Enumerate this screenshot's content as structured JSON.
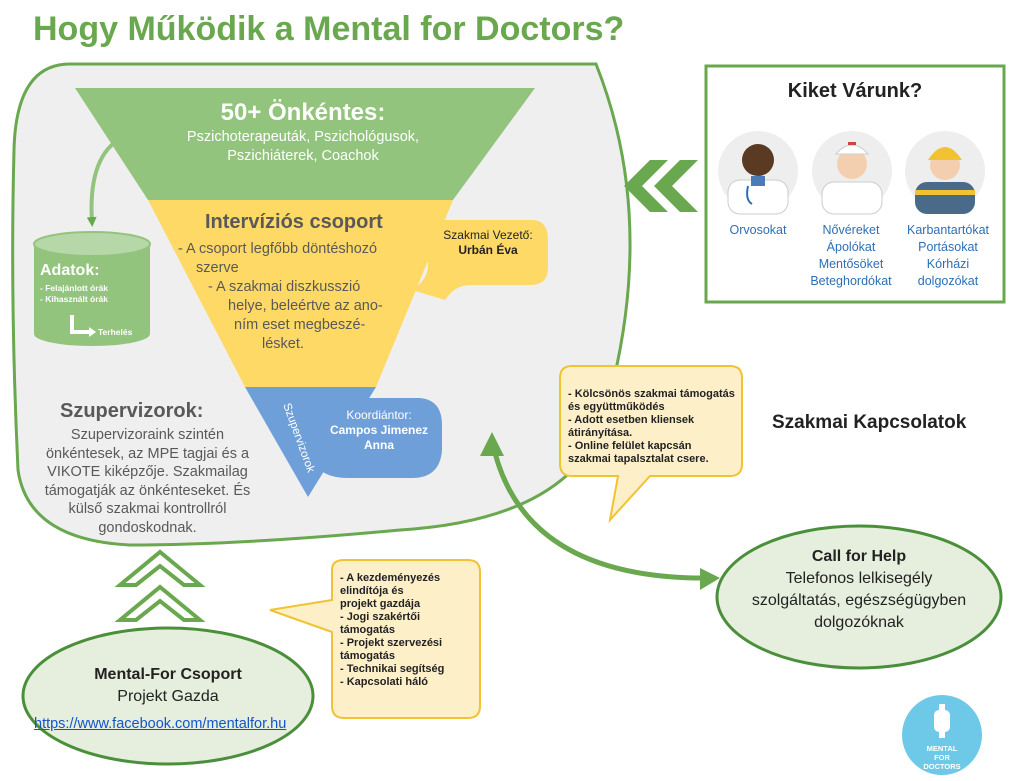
{
  "title": "Hogy Működik a Mental for Doctors?",
  "volunteers": {
    "heading": "50+ Önkéntes:",
    "lines": [
      "Pszichoterapeuták, Pszichológusok,",
      "Pszichiáterek, Coachok"
    ]
  },
  "intervision": {
    "heading": "Intervíziós csoport",
    "lines": [
      "- A csoport legfőbb döntéshozó",
      "szerve",
      "- A szakmai diszkusszió",
      "helye, beleértve az ano-",
      "ním eset megbeszé-",
      "lésket."
    ]
  },
  "lead": {
    "label": "Szakmai Vezető:",
    "name": "Urbán Éva"
  },
  "supervisors_band": "Szupervizorok",
  "coordinator": {
    "label": "Koordiántor:",
    "name_line1": "Campos Jimenez",
    "name_line2": "Anna"
  },
  "data_box": {
    "heading": "Adatok:",
    "item1": "- Felajánlott órák",
    "item2": "- Kihasznált órák",
    "arrow_label": "Terhelés"
  },
  "supervisors": {
    "heading": "Szupervizorok:",
    "lines": [
      "Szupervizoraink szintén",
      "önkéntesek, az MPE tagjai és a",
      "VIKOTE kiképzője. Szakmailag",
      "támogatják az önkénteseket. És",
      "külső szakmai kontrollról",
      "gondoskodnak."
    ]
  },
  "kiket": {
    "heading": "Kiket Várunk?",
    "group1": [
      "Orvosokat"
    ],
    "group2": [
      "Nővéreket",
      "Ápolókat",
      "Mentősöket",
      "Beteghordókat"
    ],
    "group3": [
      "Karbantartókat",
      "Portásokat",
      "Kórházi",
      "dolgozókat"
    ],
    "icons": [
      "doctor-avatar-icon",
      "nurse-avatar-icon",
      "worker-avatar-icon"
    ]
  },
  "szakmai_bubble": {
    "lines": [
      "- Kölcsönös szakmai támogatás",
      "és együttműködés",
      "- Adott esetben kliensek",
      "átirányítása.",
      "- Online felület kapcsán",
      "szakmai tapalsztalat csere."
    ]
  },
  "szakmai_label": "Szakmai Kapcsolatok",
  "call_for_help": {
    "heading": "Call for Help",
    "lines": [
      "Telefonos lelkisegély",
      "szolgáltatás, egészségügyben",
      "dolgozóknak"
    ]
  },
  "projekt_bubble": {
    "lines": [
      "- A kezdeményezés",
      "elindítója és",
      "projekt gazdája",
      "- Jogi szakértői",
      "támogatás",
      "- Projekt szervezési",
      "támogatás",
      "- Technikai segítség",
      "- Kapcsolati háló"
    ]
  },
  "mentalfor": {
    "heading": "Mental-For Csoport",
    "subheading": "Projekt Gazda",
    "link": "https://www.facebook.com/mentalfor.hu"
  },
  "logo": {
    "lines": [
      "MENTAL",
      "FOR",
      "DOCTORS"
    ]
  },
  "colors": {
    "green": "#6aa84f",
    "dark_green": "#4a8f3a",
    "bubble_green": "#e6eedd",
    "yellow": "#ffd966",
    "blue": "#6f9fd8",
    "gray_panel": "#efefef",
    "bubble_fill": "#fdf0c9",
    "link_blue": "#1155cc",
    "people_blue": "#2e6fb4",
    "logo_teal": "#6ec9e8"
  }
}
